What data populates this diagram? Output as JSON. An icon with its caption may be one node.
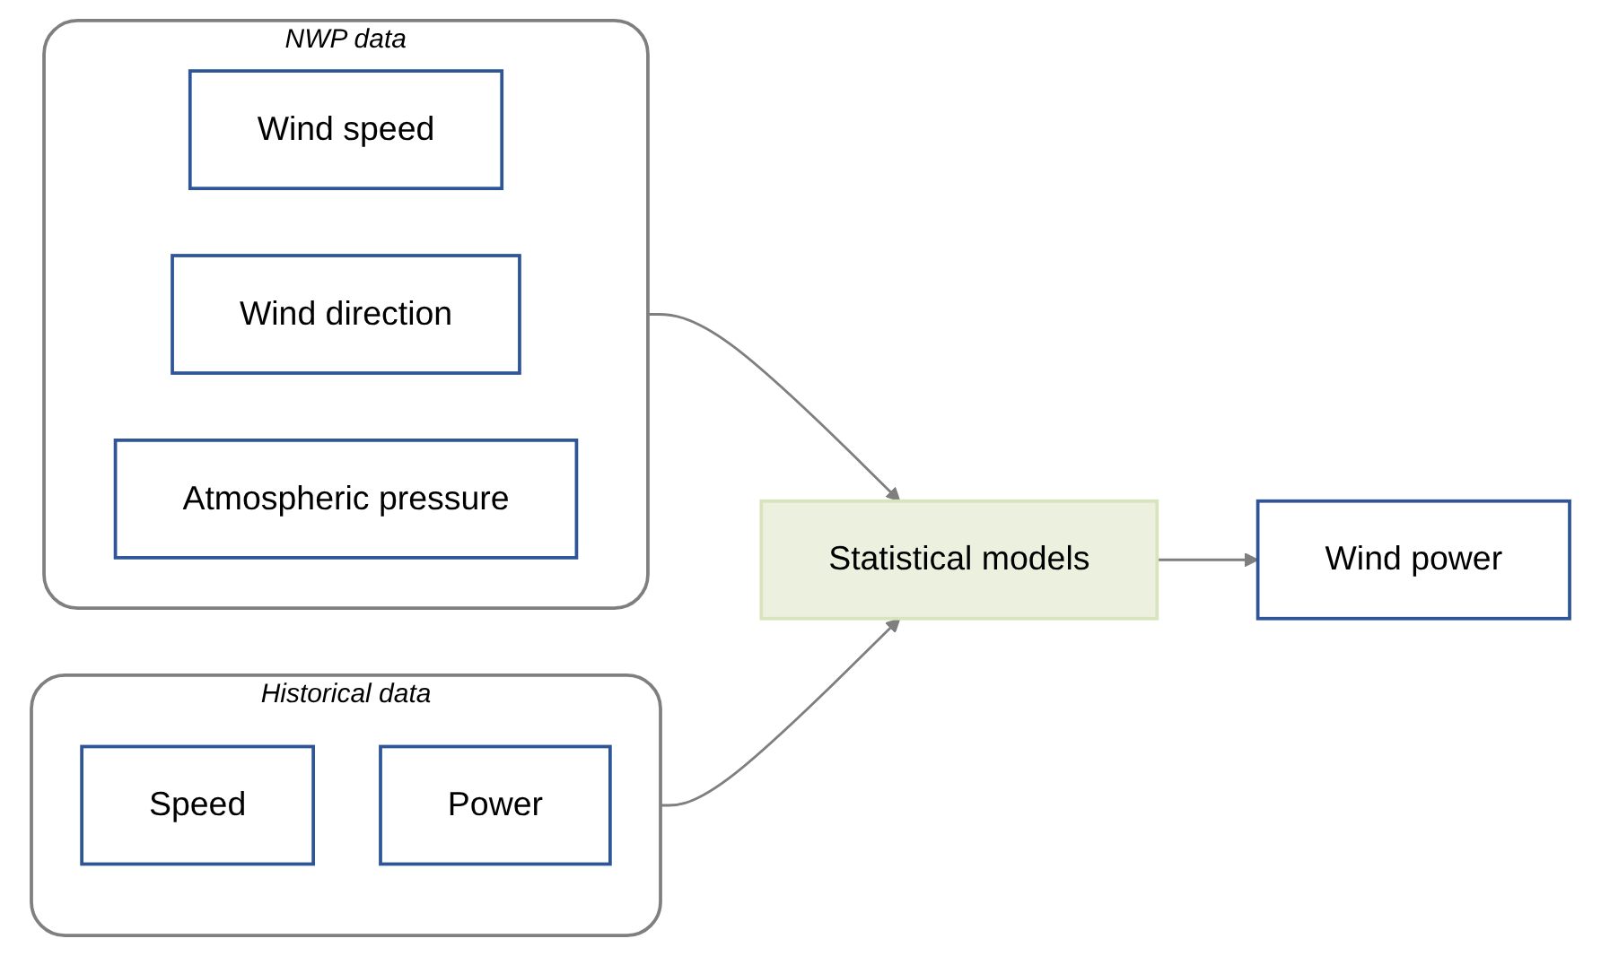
{
  "diagram": {
    "nodes": [
      {
        "text": [
          "NWP data"
        ]
      },
      {
        "text": [
          "Wind speed"
        ],
        "in": 0
      },
      {
        "text": [
          "Wind direction"
        ],
        "in": 0
      },
      {
        "text": [
          "Atmospheric pressure"
        ],
        "in": 0
      },
      {
        "text": [
          "Historical data"
        ]
      },
      {
        "text": [
          "Speed"
        ],
        "in": 4
      },
      {
        "text": [
          "Power"
        ],
        "in": 4
      },
      {
        "text": [
          "Statistical models"
        ]
      },
      {
        "text": [
          "Wind power"
        ]
      }
    ],
    "edges": [
      {
        "from": 0,
        "to": 7,
        "arrow": "to"
      },
      {
        "from": 4,
        "to": 7,
        "arrow": "to"
      },
      {
        "from": 7,
        "to": 8,
        "arrow": "to"
      }
    ]
  }
}
